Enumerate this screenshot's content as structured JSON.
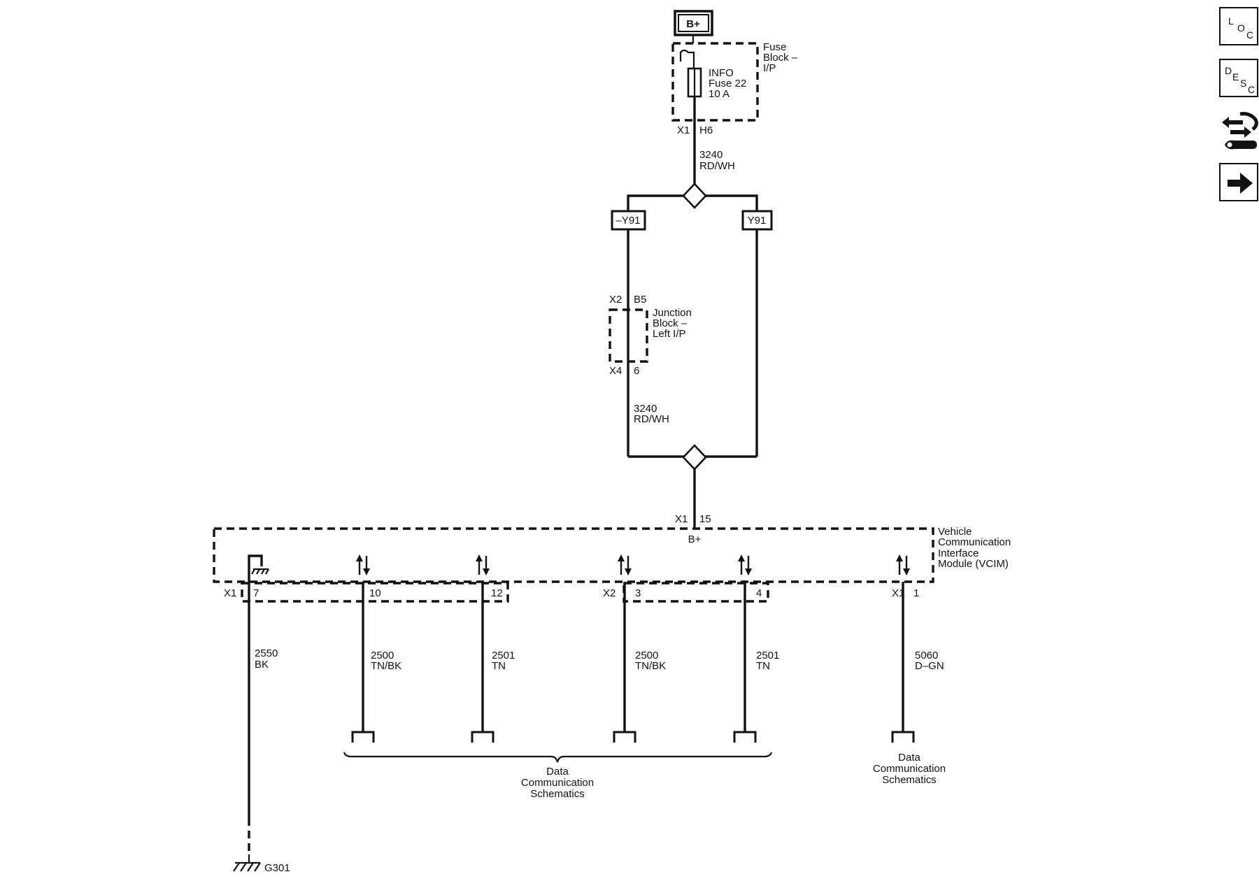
{
  "power": {
    "label": "B+"
  },
  "fuse_block": {
    "name": [
      "Fuse",
      "Block –",
      "I/P"
    ],
    "fuse": [
      "INFO",
      "Fuse 22",
      "10 A"
    ],
    "connector": "X1",
    "pin": "H6"
  },
  "wire_top": {
    "circuit": "3240",
    "color": "RD/WH"
  },
  "options": {
    "left": "–Y91",
    "right": "Y91"
  },
  "junction_block": {
    "name": [
      "Junction",
      "Block –",
      "Left I/P"
    ],
    "upper_connector": "X2",
    "upper_pin": "B5",
    "lower_connector": "X4",
    "lower_pin": "6"
  },
  "wire_mid": {
    "circuit": "3240",
    "color": "RD/WH"
  },
  "vcim": {
    "name": [
      "Vehicle",
      "Communication",
      "Interface",
      "Module (VCIM)"
    ],
    "input_connector": "X1",
    "input_pin": "15",
    "input_label": "B+"
  },
  "pins": [
    {
      "connector": "X1",
      "pin": "7",
      "circuit": "2550",
      "color": "BK"
    },
    {
      "connector": "",
      "pin": "10",
      "circuit": "2500",
      "color": "TN/BK"
    },
    {
      "connector": "",
      "pin": "12",
      "circuit": "2501",
      "color": "TN"
    },
    {
      "connector": "X2",
      "pin": "3",
      "circuit": "2500",
      "color": "TN/BK"
    },
    {
      "connector": "",
      "pin": "4",
      "circuit": "2501",
      "color": "TN"
    },
    {
      "connector": "X1",
      "pin": "1",
      "circuit": "5060",
      "color": "D–GN"
    }
  ],
  "destinations": {
    "group": [
      "Data",
      "Communication",
      "Schematics"
    ],
    "single": [
      "Data",
      "Communication",
      "Schematics"
    ]
  },
  "ground": {
    "label": "G301"
  },
  "sidebar": [
    {
      "name": "loc",
      "letters": [
        "L",
        "O",
        "C"
      ]
    },
    {
      "name": "desc",
      "letters": [
        "D",
        "E",
        "S",
        "C"
      ]
    },
    {
      "name": "swap-wrench-icon"
    },
    {
      "name": "next-arrow-icon"
    }
  ]
}
